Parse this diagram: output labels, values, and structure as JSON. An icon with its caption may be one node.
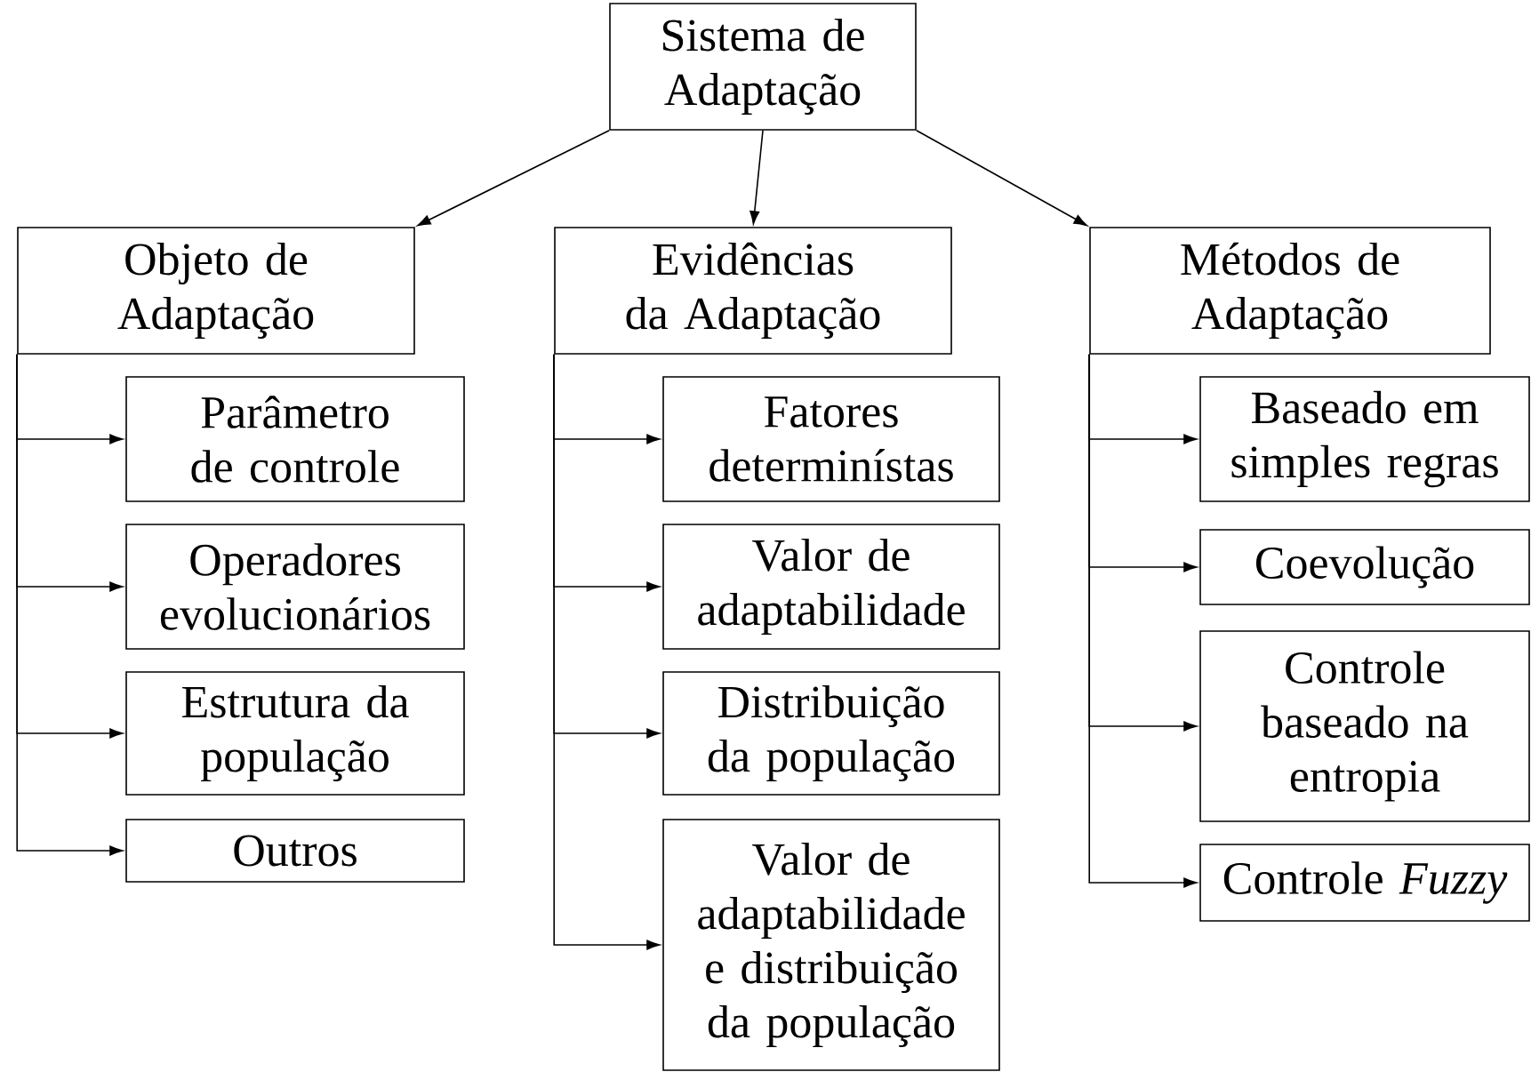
{
  "diagram": {
    "nodes": [
      {
        "text": [
          "Sistema de Adaptação"
        ]
      },
      {
        "text": [
          "Objeto de Adaptação"
        ]
      },
      {
        "text": [
          "Evidências da Adaptação"
        ]
      },
      {
        "text": [
          "Métodos de Adaptação"
        ]
      },
      {
        "text": [
          "Parâmetro de controle"
        ]
      },
      {
        "text": [
          "Operadores evolucionários"
        ]
      },
      {
        "text": [
          "Estrutura da população"
        ]
      },
      {
        "text": [
          "Outros"
        ]
      },
      {
        "text": [
          "Fatores determinístas"
        ]
      },
      {
        "text": [
          "Valor de adaptabilidade"
        ]
      },
      {
        "text": [
          "Distribuição da população"
        ]
      },
      {
        "text": [
          "Valor de adaptabilidade e distribuição da população"
        ]
      },
      {
        "text": [
          "Baseado em simples regras"
        ]
      },
      {
        "text": [
          "Coevolução"
        ]
      },
      {
        "text": [
          "Controle baseado na entropia"
        ]
      },
      {
        "text": [
          "Controle *Fuzzy*"
        ]
      }
    ],
    "edges": [
      {
        "from": 0,
        "to": 1,
        "arrow": "to"
      },
      {
        "from": 0,
        "to": 2,
        "arrow": "to"
      },
      {
        "from": 0,
        "to": 3,
        "arrow": "to"
      },
      {
        "from": 1,
        "to": 4,
        "arrow": "to"
      },
      {
        "from": 1,
        "to": 5,
        "arrow": "to"
      },
      {
        "from": 1,
        "to": 6,
        "arrow": "to"
      },
      {
        "from": 1,
        "to": 7,
        "arrow": "to"
      },
      {
        "from": 2,
        "to": 8,
        "arrow": "to"
      },
      {
        "from": 2,
        "to": 9,
        "arrow": "to"
      },
      {
        "from": 2,
        "to": 10,
        "arrow": "to"
      },
      {
        "from": 2,
        "to": 11,
        "arrow": "to"
      },
      {
        "from": 3,
        "to": 12,
        "arrow": "to"
      },
      {
        "from": 3,
        "to": 13,
        "arrow": "to"
      },
      {
        "from": 3,
        "to": 14,
        "arrow": "to"
      },
      {
        "from": 3,
        "to": 15,
        "arrow": "to"
      }
    ]
  }
}
